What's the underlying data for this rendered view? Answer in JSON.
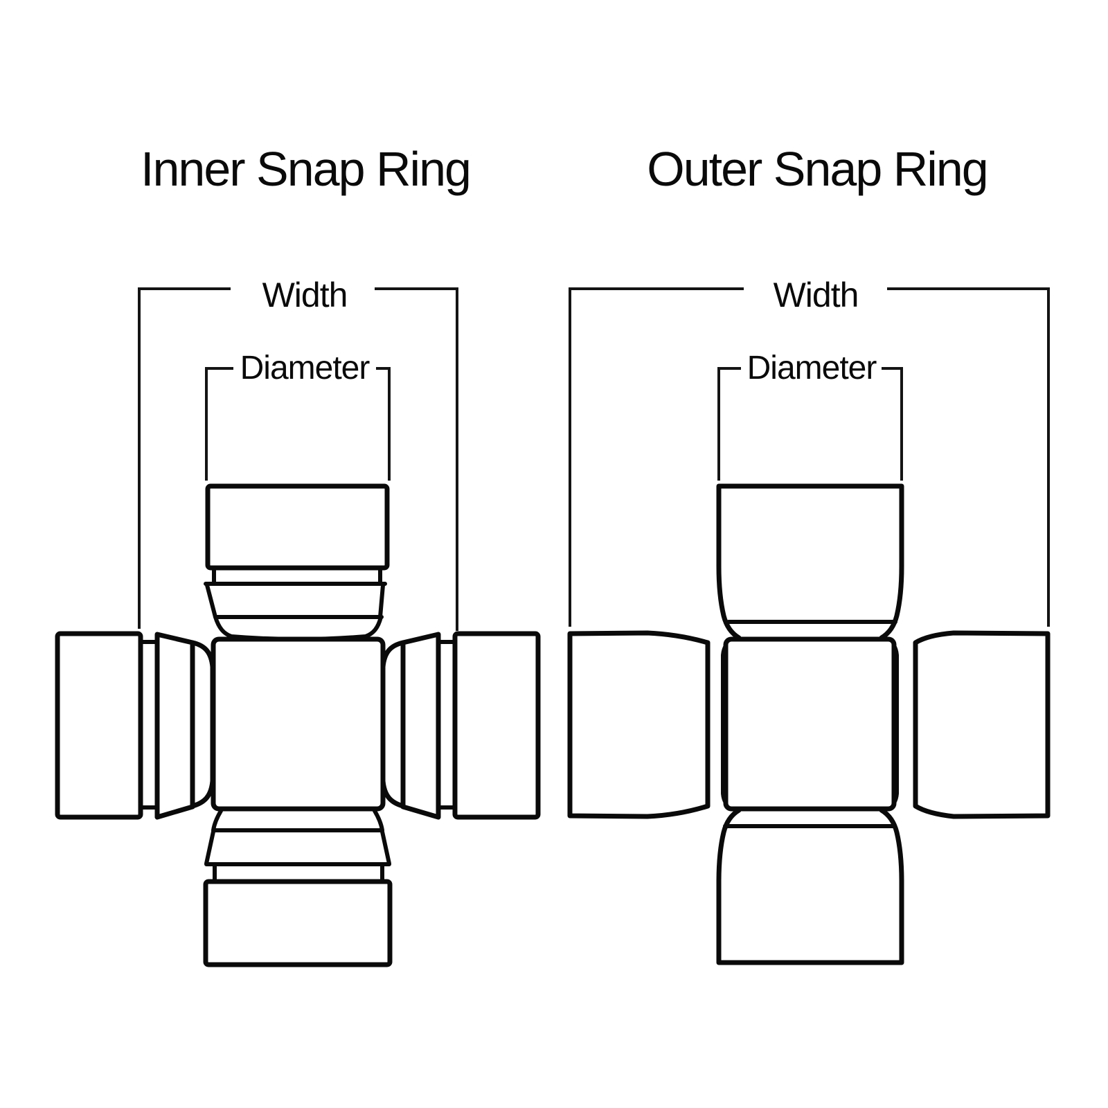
{
  "canvas": {
    "background": "#ffffff",
    "line_color": "#0a0a0a"
  },
  "diagrams": [
    {
      "title": "Inner Snap Ring",
      "width_label": "Width",
      "diameter_label": "Diameter"
    },
    {
      "title": "Outer Snap Ring",
      "width_label": "Width",
      "diameter_label": "Diameter"
    }
  ]
}
